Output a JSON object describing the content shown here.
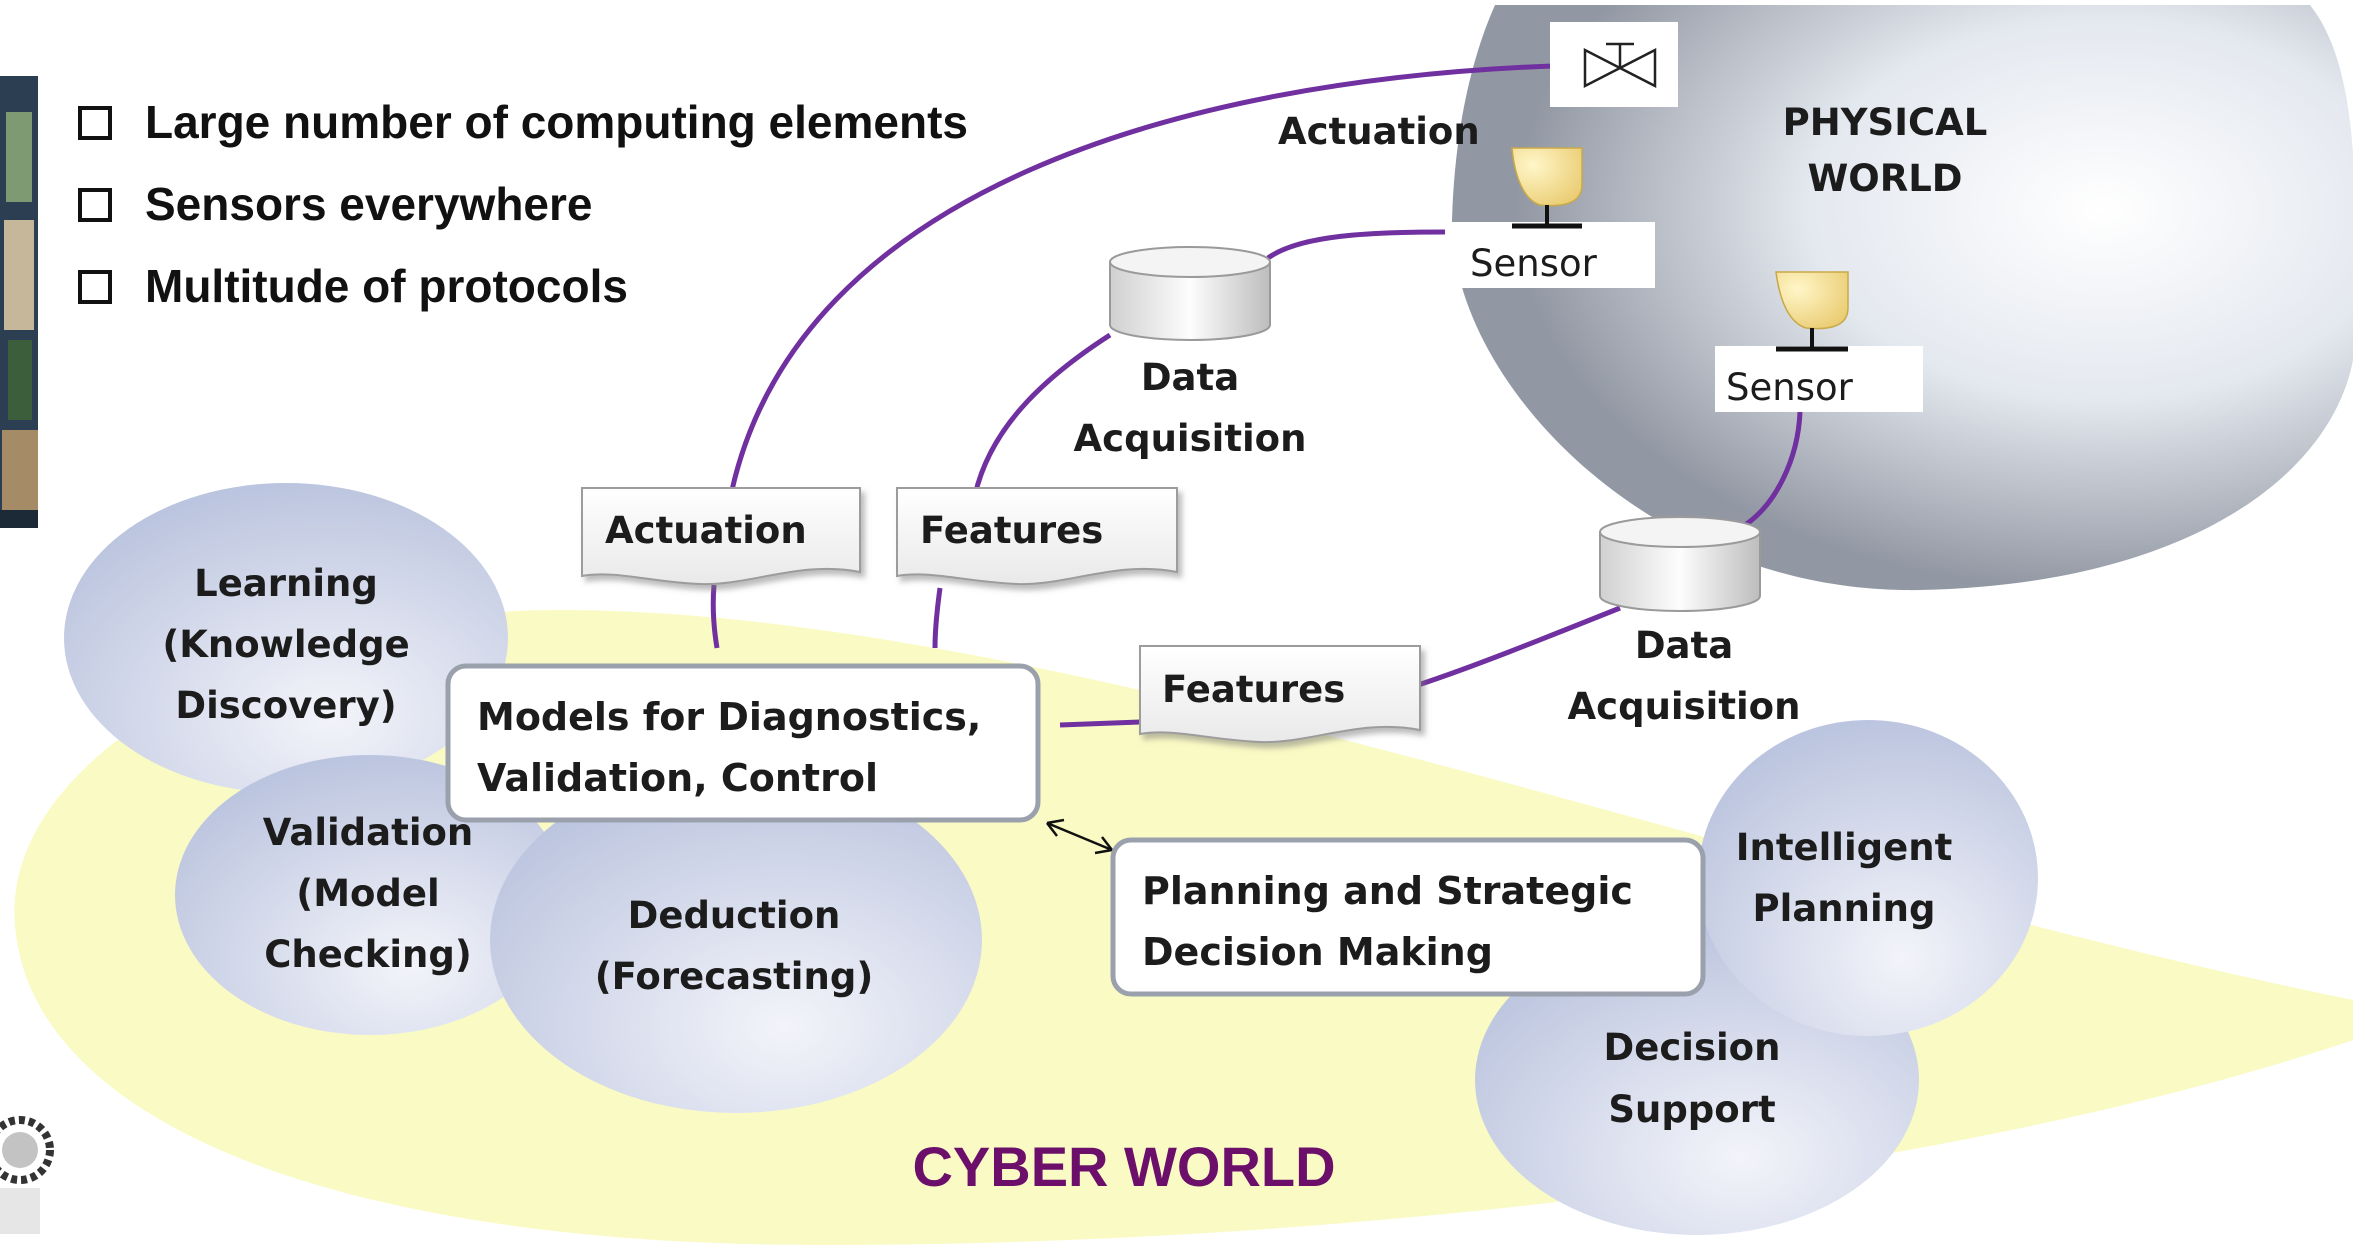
{
  "bullets": [
    "Large number of computing elements",
    "Sensors everywhere",
    "Multitude of protocols"
  ],
  "physical_world": {
    "line1": "PHYSICAL",
    "line2": "WORLD"
  },
  "cyber_world": {
    "label": "CYBER WORLD"
  },
  "actuation_label": "Actuation",
  "sensors": [
    {
      "label": "Sensor"
    },
    {
      "label": "Sensor"
    }
  ],
  "data_acquisition": [
    {
      "line1": "Data",
      "line2": "Acquisition"
    },
    {
      "line1": "Data",
      "line2": "Acquisition"
    }
  ],
  "flags": {
    "actuation": "Actuation",
    "features_1": "Features",
    "features_2": "Features"
  },
  "models_box": {
    "line1": "Models for Diagnostics,",
    "line2": "Validation, Control"
  },
  "planning_box": {
    "line1": "Planning and Strategic",
    "line2": "Decision Making"
  },
  "ellipses": {
    "learning": [
      "Learning",
      "(Knowledge",
      "Discovery)"
    ],
    "validation": [
      "Validation",
      "(Model",
      "Checking)"
    ],
    "deduction": [
      "Deduction",
      "(Forecasting)"
    ],
    "intelligent_planning": [
      "Intelligent",
      "Planning"
    ],
    "decision_support": [
      "Decision",
      "Support"
    ]
  },
  "colors": {
    "connector": "#7030a0",
    "cyber_title": "#6b0f6b",
    "cyber_region": "#fafac4",
    "physical_region": "#a9afb9",
    "ellipse_fill": "#c3cbe2",
    "box_border": "#9aa0ac",
    "sensor_fill": "#f3df8a"
  }
}
